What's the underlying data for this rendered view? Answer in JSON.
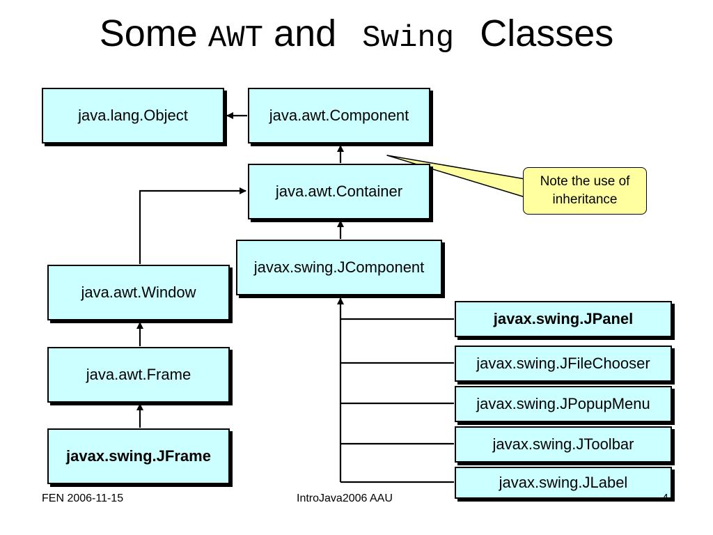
{
  "title": {
    "part1": "Some",
    "part2": "AWT",
    "part3": "and",
    "part4": "Swing",
    "part5": "Classes"
  },
  "classes": {
    "object": "java.lang.Object",
    "component": "java.awt.Component",
    "container": "java.awt.Container",
    "jcomponent": "javax.swing.JComponent",
    "window": "java.awt.Window",
    "frame": "java.awt.Frame",
    "jframe": "javax.swing.JFrame",
    "jpanel": "javax.swing.JPanel",
    "jfilechooser": "javax.swing.JFileChooser",
    "jpopupmenu": "javax.swing.JPopupMenu",
    "jtoolbar": "javax.swing.JToolbar",
    "jlabel": "javax.swing.JLabel"
  },
  "callout": "Note the use of inheritance",
  "footer": {
    "left": "FEN 2006-11-15",
    "center": "IntroJava2006 AAU",
    "right": "4"
  },
  "colors": {
    "box_fill": "#ccffff",
    "callout_fill": "#ffffa0"
  }
}
